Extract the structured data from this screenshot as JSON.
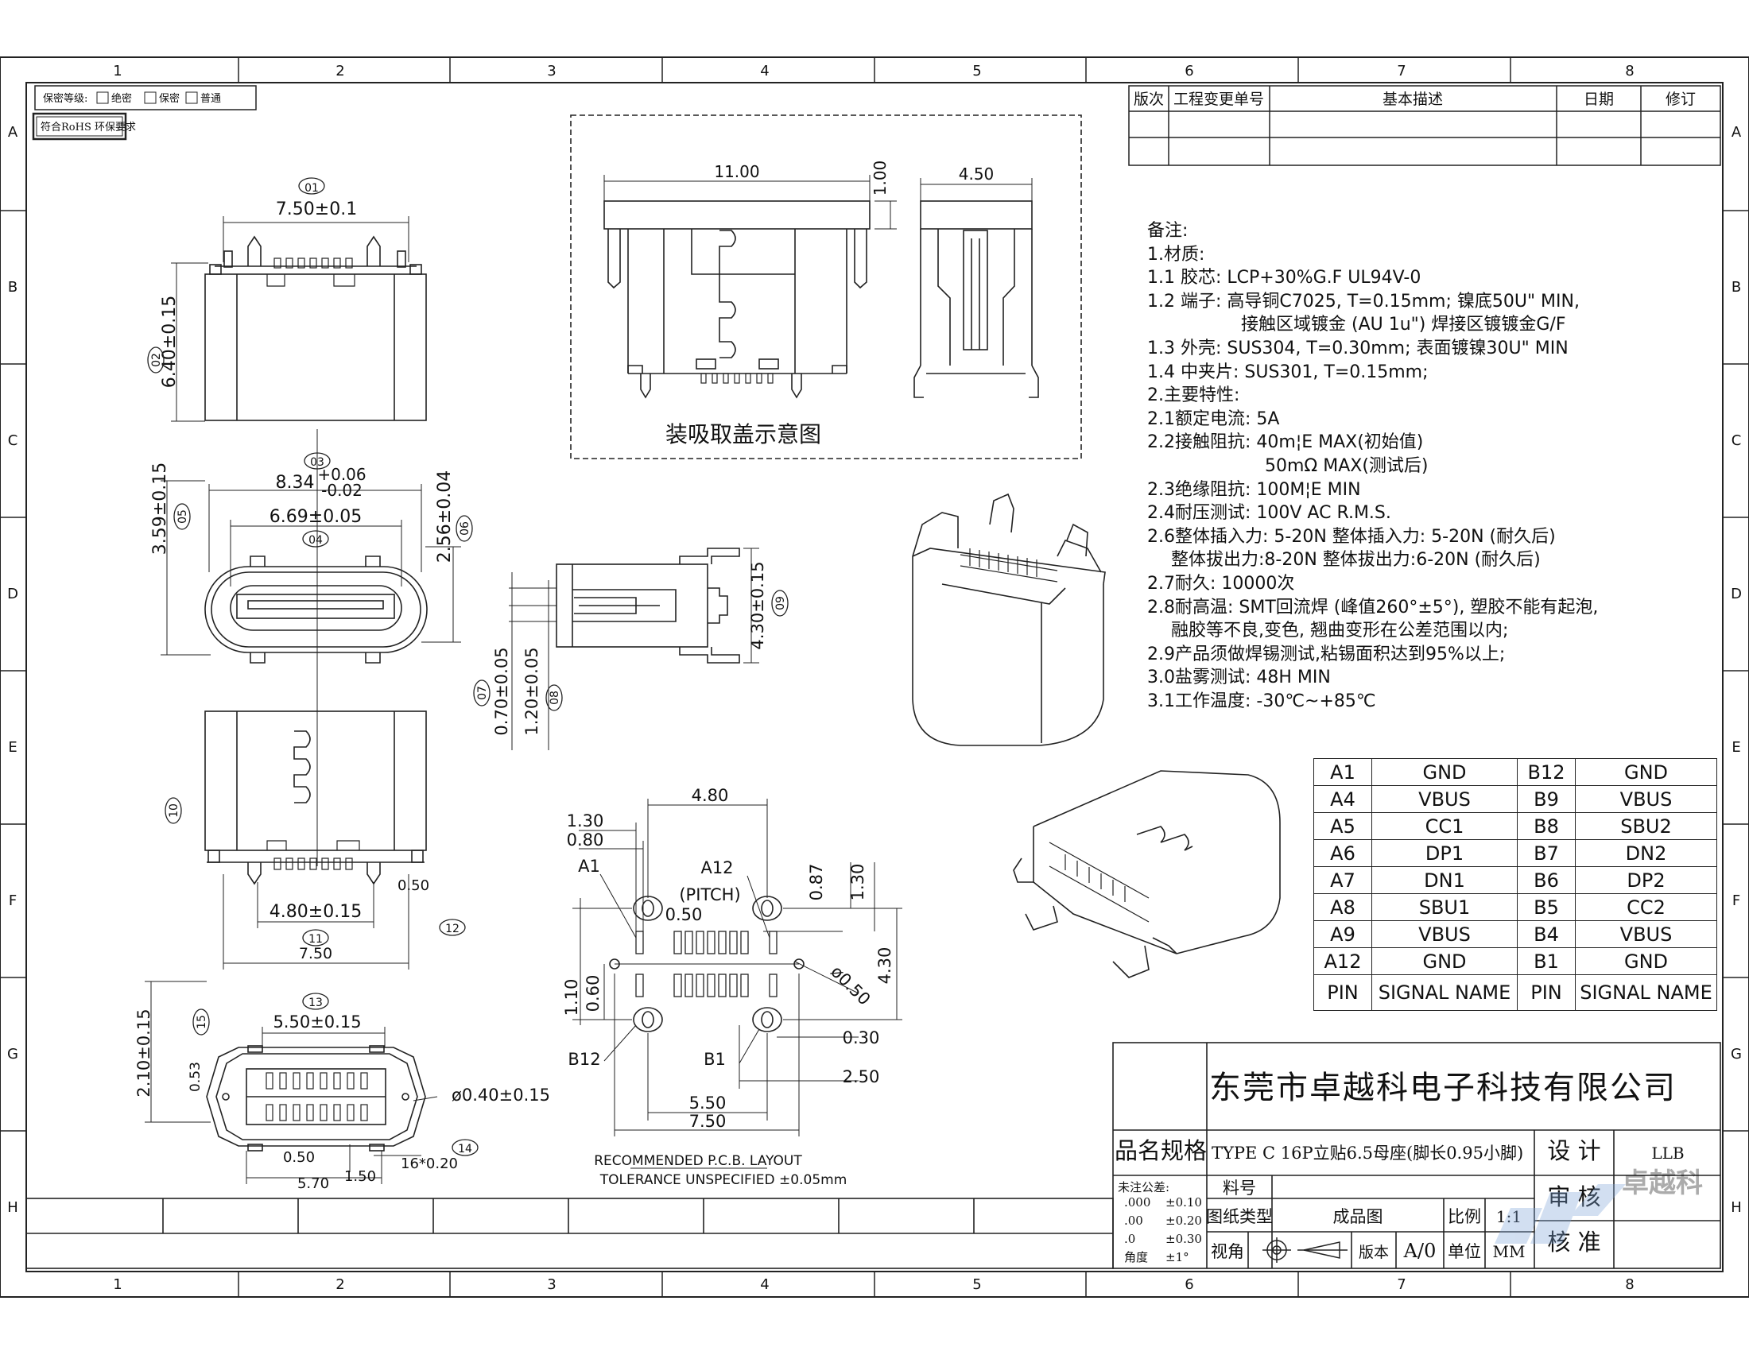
{
  "frame": {
    "col_numbers": [
      "1",
      "2",
      "3",
      "4",
      "5",
      "6",
      "7",
      "8"
    ],
    "row_letters": [
      "A",
      "B",
      "C",
      "D",
      "E",
      "F",
      "G",
      "H"
    ]
  },
  "security": {
    "label": "保密等级:",
    "opt1": "绝密",
    "opt2": "保密",
    "opt3": "普通",
    "rohs": "符合RoHS 环保要求"
  },
  "revision_table": {
    "h_version": "版次",
    "h_ecn": "工程变更单号",
    "h_desc": "基本描述",
    "h_date": "日期",
    "h_rev": "修订"
  },
  "callouts": {
    "c01": "01",
    "c02": "02",
    "c03": "03",
    "c04": "04",
    "c05": "05",
    "c06": "06",
    "c07": "07",
    "c08": "08",
    "c09": "09",
    "c10": "10",
    "c11": "11",
    "c12": "12",
    "c13": "13",
    "c14": "14",
    "c15": "15"
  },
  "dims": {
    "d_7_50_01": "7.50±0.1",
    "d_6_40": "6.40±0.15",
    "d_8_34": "8.34",
    "d_8_34_up": "+0.06",
    "d_8_34_dn": "-0.02",
    "d_6_69": "6.69±0.05",
    "d_3_59": "3.59±0.15",
    "d_2_56": "2.56±0.04",
    "d_4_80_15": "4.80±0.15",
    "d_0_50a": "0.50",
    "d_7_50": "7.50",
    "d_5_50_15": "5.50±0.15",
    "d_2_10": "2.10±0.15",
    "d_0_53": "0.53",
    "d_phi040": "ø0.40±0.15",
    "d_0_50b": "0.50",
    "d_5_70": "5.70",
    "d_1_50": "1.50",
    "d_16x020": "16*0.20",
    "cap_11": "11.00",
    "cap_1": "1.00",
    "cap_450": "4.50",
    "cap_caption": "装吸取盖示意图",
    "side_430": "4.30±0.15",
    "side_070": "0.70±0.05",
    "side_120": "1.20±0.05",
    "pcb_480": "4.80",
    "pcb_130a": "1.30",
    "pcb_080": "0.80",
    "pcb_a1": "A1",
    "pcb_a12": "A12",
    "pcb_pitch": "(PITCH)",
    "pcb_050": "0.50",
    "pcb_087": "0.87",
    "pcb_130b": "1.30",
    "pcb_430": "4.30",
    "pcb_phi": "ø0.50",
    "pcb_110": "1.10",
    "pcb_060": "0.60",
    "pcb_b12": "B12",
    "pcb_b1": "B1",
    "pcb_030": "0.30",
    "pcb_250": "2.50",
    "pcb_550": "5.50",
    "pcb_750": "7.50",
    "pcb_title1": "RECOMMENDED   P.C.B.  LAYOUT",
    "pcb_title2": "TOLERANCE  UNSPECIFIED  ±0.05mm"
  },
  "notes": [
    "备注:",
    "1.材质:",
    "1.1  胶芯: LCP+30%G.F  UL94V-0",
    "1.2  端子: 高导铜C7025, T=0.15mm; 镍底50U\" MIN,",
    "接触区域镀金 (AU 1u\") 焊接区镀镀金G/F",
    "1.3  外壳: SUS304, T=0.30mm; 表面镀镍30U\" MIN",
    "1.4  中夹片: SUS301, T=0.15mm;",
    "2.主要特性:",
    "2.1额定电流: 5A",
    "2.2接触阻抗: 40m¦E MAX(初始值)",
    "50mΩ  MAX(测试后)",
    "2.3绝缘阻抗: 100M¦E MIN",
    "2.4耐压测试: 100V AC R.M.S.",
    " 2.6整体插入力: 5-20N    整体插入力: 5-20N (耐久后)",
    "整体拔出力:8-20N      整体拔出力:6-20N (耐久后)",
    "2.7耐久: 10000次",
    "2.8耐高温: SMT回流焊 (峰值260°±5°), 塑胶不能有起泡,",
    "融胶等不良,变色, 翘曲变形在公差范围以内;",
    "2.9产品须做焊锡测试,粘锡面积达到95%以上;",
    "3.0盐雾测试: 48H MIN",
    "3.1工作温度: -30℃~+85℃"
  ],
  "pin_table": {
    "rows": [
      [
        "A1",
        "GND",
        "B12",
        "GND"
      ],
      [
        "A4",
        "VBUS",
        "B9",
        "VBUS"
      ],
      [
        "A5",
        "CC1",
        "B8",
        "SBU2"
      ],
      [
        "A6",
        "DP1",
        "B7",
        "DN2"
      ],
      [
        "A7",
        "DN1",
        "B6",
        "DP2"
      ],
      [
        "A8",
        "SBU1",
        "B5",
        "CC2"
      ],
      [
        "A9",
        "VBUS",
        "B4",
        "VBUS"
      ],
      [
        "A12",
        "GND",
        "B1",
        "GND"
      ]
    ],
    "header": [
      "PIN",
      "SIGNAL NAME",
      "PIN",
      "SIGNAL NAME"
    ]
  },
  "title_block": {
    "company": "东莞市卓越科电子科技有限公司",
    "product_label": "品名规格",
    "product_name": "TYPE C 16P立贴6.5母座(脚长0.95小脚)",
    "design": "设 计",
    "designer": "LLB",
    "review": "审 核",
    "approve": "核 准",
    "tol_title": "未注公差:",
    "tol_rows": [
      [
        ".000",
        "±0.10"
      ],
      [
        ".00",
        "±0.20"
      ],
      [
        ".0",
        "±0.30"
      ],
      [
        "角度",
        "±1°"
      ]
    ],
    "part_no": "料号",
    "drawing_type": "图纸类型",
    "drawing_type_val": "成品图",
    "scale": "比例",
    "scale_val": "1:1",
    "view": "视角",
    "version": "版本",
    "version_val": "A/0",
    "unit": "单位",
    "unit_val": "MM",
    "watermark": "卓越科"
  }
}
